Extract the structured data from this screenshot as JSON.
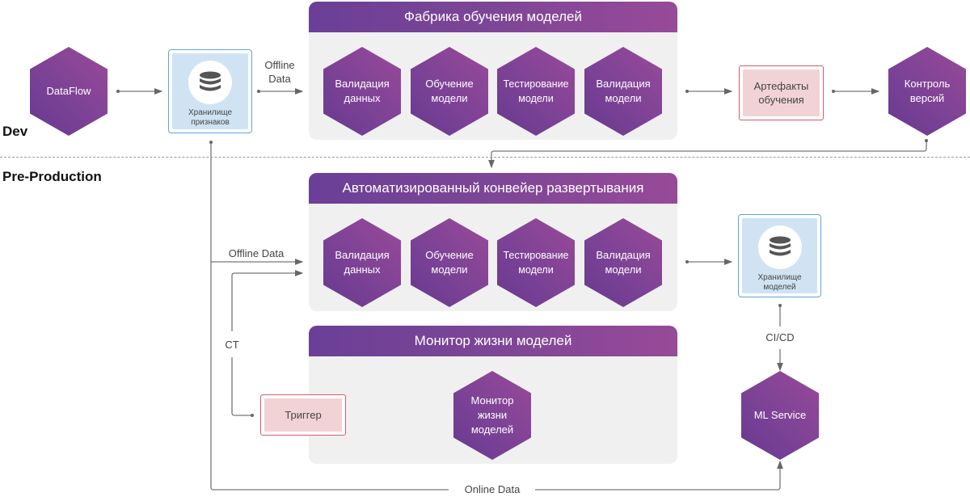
{
  "stages": {
    "dev": "Dev",
    "preprod": "Pre-Production"
  },
  "nodes": {
    "dataflow": "DataFlow",
    "feature_store": {
      "line1": "Хранилище",
      "line2": "признаков",
      "icon": "database-icon"
    },
    "artifacts": {
      "line1": "Артефакты",
      "line2": "обучения"
    },
    "version_control": {
      "line1": "Контроль",
      "line2": "версий"
    },
    "model_store": {
      "line1": "Хранилище",
      "line2": "моделей",
      "icon": "database-icon"
    },
    "ml_service": "ML Service",
    "trigger": "Триггер"
  },
  "panels": {
    "training_factory": {
      "title": "Фабрика обучения моделей",
      "steps": [
        {
          "line1": "Валидация",
          "line2": "данных"
        },
        {
          "line1": "Обучение",
          "line2": "модели"
        },
        {
          "line1": "Тестирование",
          "line2": "модели"
        },
        {
          "line1": "Валидация",
          "line2": "модели"
        }
      ]
    },
    "deploy_pipeline": {
      "title": "Автоматизированный конвейер развертывания",
      "steps": [
        {
          "line1": "Валидация",
          "line2": "данных"
        },
        {
          "line1": "Обучение",
          "line2": "модели"
        },
        {
          "line1": "Тестирование",
          "line2": "модели"
        },
        {
          "line1": "Валидация",
          "line2": "модели"
        }
      ]
    },
    "life_monitor": {
      "title": "Монитор жизни моделей",
      "node": {
        "line1": "Монитор",
        "line2": "жизни",
        "line3": "моделей"
      }
    }
  },
  "edge_labels": {
    "offline_data_top_1": "Offline",
    "offline_data_top_2": "Data",
    "offline_data_mid": "Offline Data",
    "ct": "CT",
    "cicd": "CI/CD",
    "online_data": "Online Data"
  },
  "colors": {
    "hex_start": "#66398f",
    "hex_end": "#9a4a98",
    "store_border": "#5da6d8",
    "artifact_border": "#d45d63",
    "panel_bg": "#f0f0f0"
  }
}
